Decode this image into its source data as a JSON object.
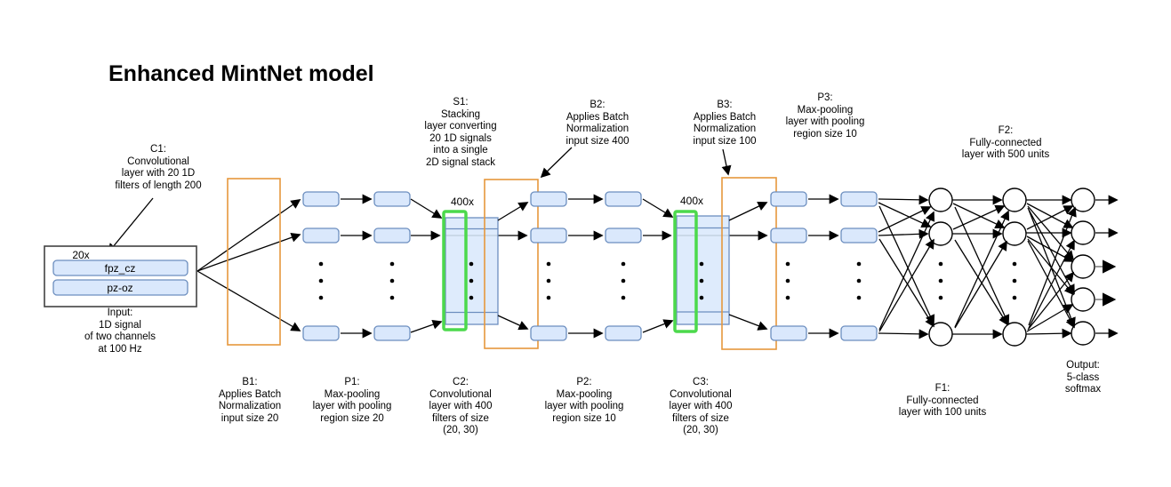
{
  "title": "Enhanced MintNet model",
  "colors": {
    "feature_map_fill": "#dae8fc",
    "feature_map_stroke": "#6c8ebf",
    "batchnorm_stroke": "#e6973c",
    "conv_filter_stroke": "#4cd94c",
    "arrow": "#000000",
    "input_box_stroke": "#424242",
    "background": "#ffffff"
  },
  "input_box": {
    "multiplier": "20x",
    "channels": [
      "fpz_cz",
      "pz-oz"
    ]
  },
  "labels": {
    "c1": "C1:\nConvolutional\nlayer with 20 1D\nfilters of length 200",
    "input": "Input:\n1D signal\nof two channels\nat 100 Hz",
    "b1": "B1:\nApplies Batch\nNormalization\ninput size 20",
    "p1": "P1:\nMax-pooling\nlayer with pooling\nregion size 20",
    "s1": "S1:\nStacking\nlayer converting\n20 1D signals\ninto a single\n2D signal stack",
    "c2": "C2:\nConvolutional\nlayer with 400\nfilters of size\n(20, 30)",
    "b2": "B2:\nApplies Batch\nNormalization\ninput size 400",
    "p2": "P2:\nMax-pooling\nlayer with pooling\nregion size 10",
    "c3": "C3:\nConvolutional\nlayer with 400\nfilters of size\n(20, 30)",
    "b3": "B3:\nApplies Batch\nNormalization\ninput size 100",
    "p3": "P3:\nMax-pooling\nlayer with pooling\nregion size 10",
    "f1": "F1:\nFully-connected\nlayer with 100 units",
    "f2": "F2:\nFully-connected\nlayer with 500 units",
    "output": "Output:\n5-class\nsoftmax",
    "s1_multiplier": "400x",
    "c3_multiplier": "400x"
  }
}
